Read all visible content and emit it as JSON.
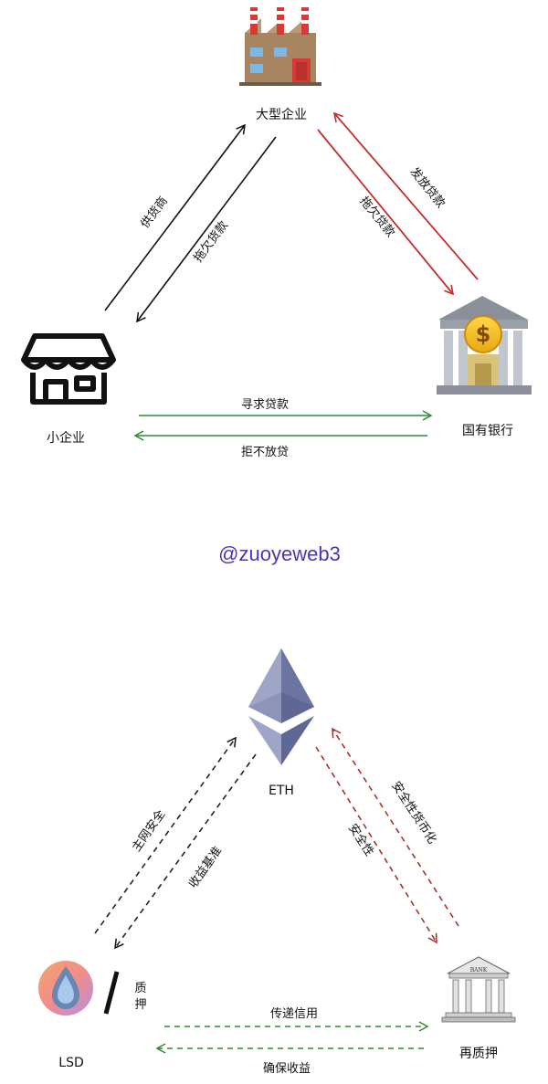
{
  "top_diagram": {
    "nodes": {
      "large_enterprise": "大型企业",
      "small_business": "小企业",
      "state_bank": "国有银行"
    },
    "edges": {
      "supplier": "供货商",
      "owed_loan_left": "拖欠货款",
      "issue_loan": "发放贷款",
      "owed_loan_right": "拖欠贷款",
      "seek_loan": "寻求贷款",
      "refuse_loan": "拒不放贷"
    },
    "icons": [
      "factory-icon",
      "shop-icon",
      "bank-icon"
    ],
    "colors": {
      "black": "#111111",
      "red": "#c0302b",
      "green": "#2f8a33"
    }
  },
  "credit": "@zuoyeweb3",
  "bottom_diagram": {
    "nodes": {
      "eth": "ETH",
      "lsd": "LSD",
      "restake": "再质押",
      "stake_char_1": "质",
      "stake_char_2": "押",
      "bank_sign": "BANK"
    },
    "edges": {
      "mainnet_security": "主网安全",
      "yield_benchmark": "收益基准",
      "security_monetization": "安全性货币化",
      "security": "安全性",
      "transfer_credit": "传递信用",
      "ensure_yield": "确保收益"
    },
    "icons": [
      "eth-logo-icon",
      "lsd-drop-icon",
      "bank-building-icon"
    ],
    "colors": {
      "dark_dashed": "#222222",
      "red_dashed": "#a8322c",
      "green_dashed": "#2f8a33"
    }
  }
}
